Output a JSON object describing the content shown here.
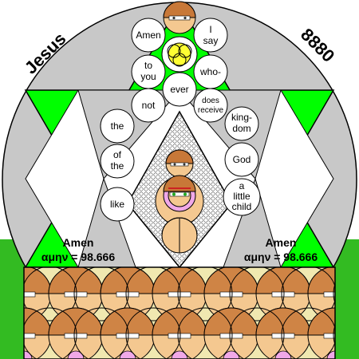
{
  "corner_left": "Jesus",
  "corner_right": "8880",
  "words": {
    "amen": "Amen",
    "i": "I",
    "say": "say",
    "to": "to",
    "you": "you",
    "who": "who-",
    "ever": "ever",
    "not": "not",
    "does": "does",
    "receive": "receive",
    "the1": "the",
    "king": "king-",
    "dom": "dom",
    "of": "of",
    "the2": "the",
    "god": "God",
    "like": "like",
    "a": "a",
    "little": "little",
    "child": "child"
  },
  "amen_left": {
    "word": "Amen",
    "formula": "αμην = 98.666"
  },
  "amen_right": {
    "word": "Amen",
    "formula": "αμην = 98.666"
  },
  "colors": {
    "background_green": "#33bb22",
    "bright_green": "#00ff00",
    "disc_gray": "#c8c8c8",
    "skin": "#f4c890",
    "hair": "#c87838",
    "face_yellow": "#ffff33",
    "floor_beige": "#f0e8b0",
    "pink": "#f0a8e8"
  }
}
